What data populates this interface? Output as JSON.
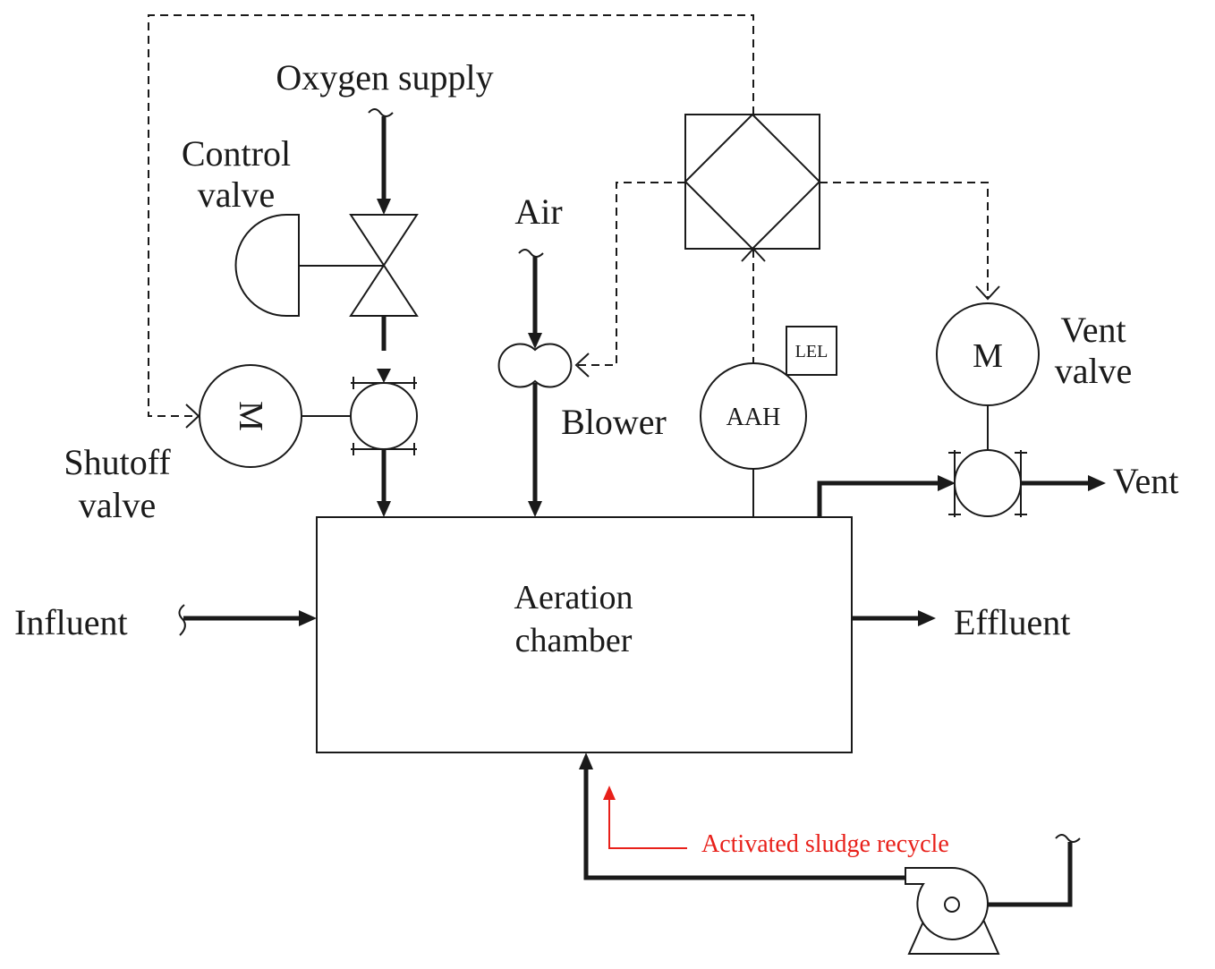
{
  "labels": {
    "oxygen_supply": "Oxygen supply",
    "control_valve_1": "Control",
    "control_valve_2": "valve",
    "air": "Air",
    "blower": "Blower",
    "shutoff_valve_1": "Shutoff",
    "shutoff_valve_2": "valve",
    "motor_shutoff": "M",
    "motor_vent": "M",
    "vent_valve_1": "Vent",
    "vent_valve_2": "valve",
    "vent": "Vent",
    "aah": "AAH",
    "lel": "LEL",
    "influent": "Influent",
    "effluent": "Effluent",
    "aeration_1": "Aeration",
    "aeration_2": "chamber",
    "sludge_recycle": "Activated sludge recycle"
  },
  "colors": {
    "line": "#1a1a1a",
    "annotation": "#e8201a",
    "background": "#ffffff"
  }
}
